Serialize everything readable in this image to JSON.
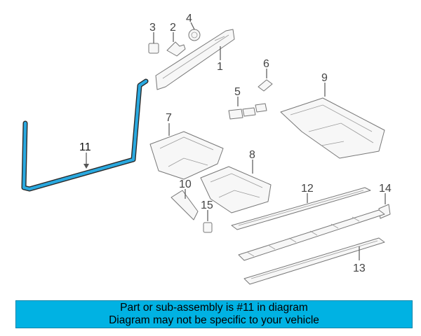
{
  "diagram": {
    "highlight_color": "#29a9e0",
    "callouts": {
      "p1": "1",
      "p2": "2",
      "p3": "3",
      "p4": "4",
      "p5": "5",
      "p6": "6",
      "p7": "7",
      "p8": "8",
      "p9": "9",
      "p10": "10",
      "p11": "11",
      "p12": "12",
      "p13": "13",
      "p14": "14",
      "p15": "15"
    }
  },
  "banner": {
    "line1": "Part or sub-assembly is #11 in diagram",
    "line2": "Diagram may not be specific to your vehicle",
    "background": "#00b2e3"
  }
}
